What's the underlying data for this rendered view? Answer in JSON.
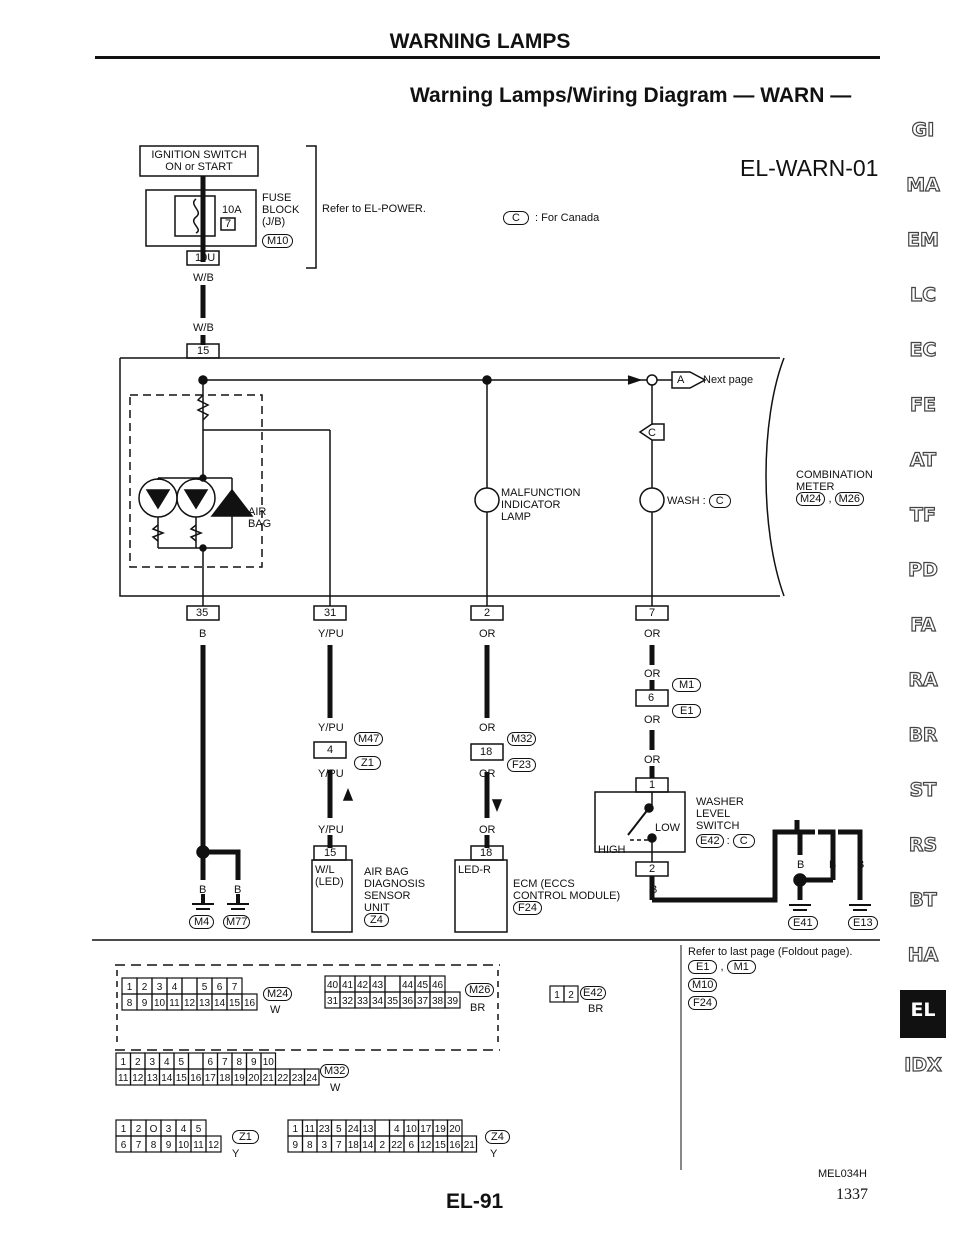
{
  "header": {
    "section_title": "WARNING LAMPS",
    "diagram_title": "Warning Lamps/Wiring Diagram — WARN —",
    "diagram_code": "EL-WARN-01"
  },
  "side_tabs": [
    "GI",
    "MA",
    "EM",
    "LC",
    "EC",
    "FE",
    "AT",
    "TF",
    "PD",
    "FA",
    "RA",
    "BR",
    "ST",
    "RS",
    "BT",
    "HA",
    "EL",
    "IDX"
  ],
  "active_tab": "EL",
  "power": {
    "switch_label_1": "IGNITION SWITCH",
    "switch_label_2": "ON or START",
    "fuse_rating": "10A",
    "fuse_number": "7",
    "fuse_block_1": "FUSE",
    "fuse_block_2": "BLOCK",
    "fuse_block_3": "(J/B)",
    "fuse_connector": "M10",
    "fuse_terminal": "19U",
    "refer": "Refer to EL-POWER.",
    "wire_1": "W/B",
    "wire_2": "W/B",
    "meter_term_15": "15"
  },
  "legend": {
    "symbol": "C",
    "text": ": For Canada"
  },
  "meter": {
    "next_page_marker": "A",
    "next_page_text": "Next page",
    "canada_mark": "C",
    "airbag_1": "AIR",
    "airbag_2": "BAG",
    "mil_1": "MALFUNCTION",
    "mil_2": "INDICATOR",
    "mil_3": "LAMP",
    "washer_lamp": "WASH :",
    "washer_canada": "C",
    "name_1": "COMBINATION",
    "name_2": "METER",
    "conn_1": "M24",
    "conn_2": "M26"
  },
  "terminals": {
    "t35": "35",
    "t35_wire": "B",
    "t31": "31",
    "t31_wire": "Y/PU",
    "t2": "2",
    "t2_wire": "OR",
    "t7": "7",
    "t7_wire": "OR"
  },
  "joints": {
    "m47_wire_top": "Y/PU",
    "m47_pin": "4",
    "m47_conn": "M47",
    "z1_conn": "Z1",
    "m47_wire_bot": "Y/PU",
    "m32_wire_top": "OR",
    "m32_pin": "18",
    "m32_conn": "M32",
    "f23_conn": "F23",
    "m32_wire_bot": "OR",
    "m1_wire_top": "OR",
    "m1_pin": "6",
    "m1_conn": "M1",
    "e1_conn": "E1",
    "m1_wire_bot": "OR",
    "washer_wire_top": "OR"
  },
  "grounds": {
    "gnd_b1": "B",
    "gnd_b2": "B",
    "gnd_m4": "M4",
    "gnd_m77": "M77",
    "gnd_b3": "B",
    "gnd_b4": "B",
    "gnd_b5": "B",
    "gnd_e41": "E41",
    "gnd_e13": "E13"
  },
  "airbag_unit": {
    "wire": "Y/PU",
    "pin": "15",
    "led_1": "W/L",
    "led_2": "(LED)",
    "name_1": "AIR BAG",
    "name_2": "DIAGNOSIS",
    "name_3": "SENSOR",
    "name_4": "UNIT",
    "conn": "Z4"
  },
  "ecm": {
    "wire": "OR",
    "pin": "18",
    "led": "LED-R",
    "name_1": "ECM (ECCS",
    "name_2": "CONTROL MODULE)",
    "conn": "F24"
  },
  "washer_switch": {
    "pin_top": "1",
    "name_1": "WASHER",
    "name_2": "LEVEL",
    "name_3": "SWITCH",
    "conn": "E42",
    "conn_canada": "C",
    "low": "LOW",
    "high": "HIGH",
    "pin_bot": "2",
    "wire_bot": "B"
  },
  "refer_box": {
    "line1": "Refer to last page (Foldout page).",
    "c1": "E1",
    "c2": "M1",
    "c3": "M10",
    "c4": "F24"
  },
  "connectors": {
    "m24_row1": [
      "1",
      "2",
      "3",
      "4",
      "",
      "5",
      "6",
      "7"
    ],
    "m24_row2": [
      "8",
      "9",
      "10",
      "11",
      "12",
      "13",
      "14",
      "15",
      "16"
    ],
    "m24_name": "M24",
    "m24_color": "W",
    "m26_row1": [
      "40",
      "41",
      "42",
      "43",
      "",
      "44",
      "45",
      "46"
    ],
    "m26_row2": [
      "31",
      "32",
      "33",
      "34",
      "35",
      "36",
      "37",
      "38",
      "39"
    ],
    "m26_name": "M26",
    "m26_color": "BR",
    "e42_pins": [
      "1",
      "2"
    ],
    "e42_name": "E42",
    "e42_color": "BR",
    "m32_row1": [
      "1",
      "2",
      "3",
      "4",
      "5",
      "",
      "6",
      "7",
      "8",
      "9",
      "10"
    ],
    "m32_row2": [
      "11",
      "12",
      "13",
      "14",
      "15",
      "16",
      "17",
      "18",
      "19",
      "20",
      "21",
      "22",
      "23",
      "24"
    ],
    "m32_name": "M32",
    "m32_color": "W",
    "z1_row1": [
      "1",
      "2",
      "O",
      "3",
      "4",
      "5"
    ],
    "z1_row2": [
      "6",
      "7",
      "8",
      "9",
      "10",
      "11",
      "12"
    ],
    "z1_name": "Z1",
    "z1_color": "Y",
    "z4_row1": [
      "1",
      "11",
      "23",
      "5",
      "24",
      "13",
      "",
      "4",
      "10",
      "17",
      "19",
      "20"
    ],
    "z4_row2": [
      "9",
      "8",
      "3",
      "7",
      "18",
      "14",
      "2",
      "22",
      "6",
      "12",
      "15",
      "16",
      "21"
    ],
    "z4_name": "Z4",
    "z4_color": "Y"
  },
  "footer": {
    "ref_code": "MEL034H",
    "page_code": "EL-91",
    "page_number": "1337"
  }
}
